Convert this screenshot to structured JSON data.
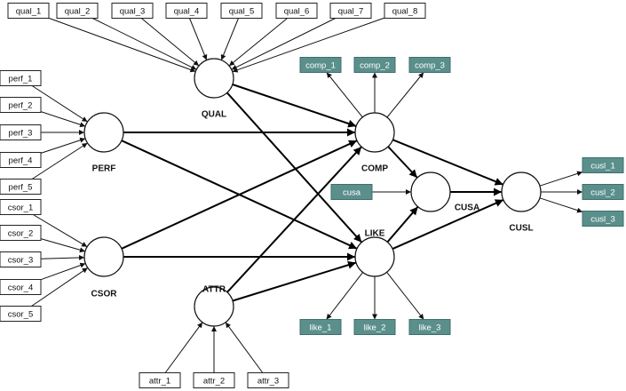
{
  "latent": {
    "qual": "QUAL",
    "perf": "PERF",
    "csor": "CSOR",
    "attr": "ATTR",
    "comp": "COMP",
    "like": "LIKE",
    "cusa": "CUSA",
    "cusl": "CUSL"
  },
  "indicators": {
    "qual": [
      "qual_1",
      "qual_2",
      "qual_3",
      "qual_4",
      "qual_5",
      "qual_6",
      "qual_7",
      "qual_8"
    ],
    "perf": [
      "perf_1",
      "perf_2",
      "perf_3",
      "perf_4",
      "perf_5"
    ],
    "csor": [
      "csor_1",
      "csor_2",
      "csor_3",
      "csor_4",
      "csor_5"
    ],
    "attr": [
      "attr_1",
      "attr_2",
      "attr_3"
    ],
    "comp": [
      "comp_1",
      "comp_2",
      "comp_3"
    ],
    "like": [
      "like_1",
      "like_2",
      "like_3"
    ],
    "cusa": [
      "cusa"
    ],
    "cusl": [
      "cusl_1",
      "cusl_2",
      "cusl_3"
    ]
  },
  "colors": {
    "reflective_fill": "#5b8f8c",
    "formative_fill": "#ffffff",
    "line": "#000000"
  }
}
